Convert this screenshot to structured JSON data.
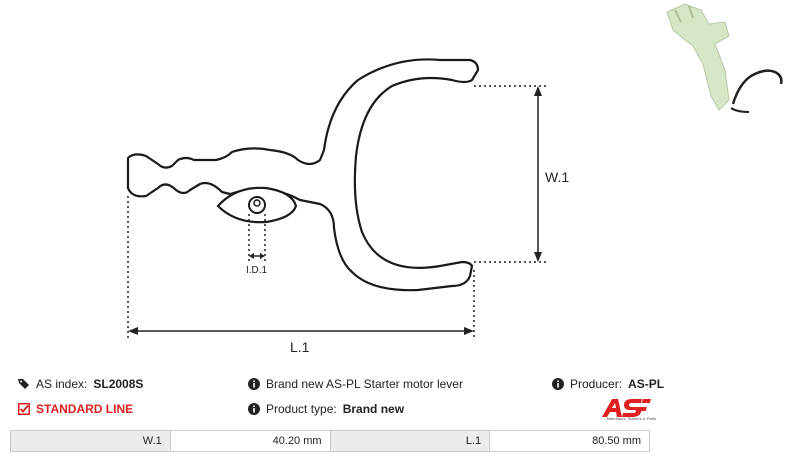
{
  "diagram": {
    "labels": {
      "width": "W.1",
      "inner_diameter": "I.D.1",
      "length": "L.1"
    }
  },
  "info": {
    "as_index_label": "AS index:",
    "as_index_value": "SL2008S",
    "standard_line": "STANDARD LINE",
    "description": "Brand new AS-PL Starter motor lever",
    "product_type_label": "Product type:",
    "product_type_value": "Brand new",
    "producer_label": "Producer:",
    "producer_value": "AS-PL",
    "logo_tagline": "Alternators, Starters & Parts"
  },
  "specs": [
    {
      "name": "W.1",
      "value": "40.20 mm"
    },
    {
      "name": "L.1",
      "value": "80.50 mm"
    }
  ],
  "colors": {
    "accent_red": "#e02020",
    "outline": "#1a1a1a",
    "photo_part": "#d8e6c8"
  }
}
